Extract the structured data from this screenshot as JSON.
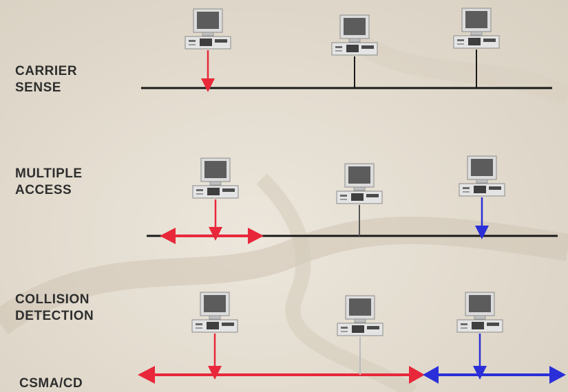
{
  "labels": {
    "carrier_sense": [
      "CARRIER",
      "SENSE"
    ],
    "multiple_access": [
      "MULTIPLE",
      "ACCESS"
    ],
    "collision_detection": [
      "COLLISION",
      "DETECTION"
    ],
    "csma_cd": "CSMA/CD"
  },
  "colors": {
    "background": "#e3dccf",
    "bus_line": "#1a1a1a",
    "signal_red": "#e8283a",
    "signal_blue": "#2a2fd8",
    "computer_body": "#d6d6d6",
    "computer_screen": "#5a5a5a"
  },
  "icons": {
    "station": "desktop-computer-icon"
  }
}
